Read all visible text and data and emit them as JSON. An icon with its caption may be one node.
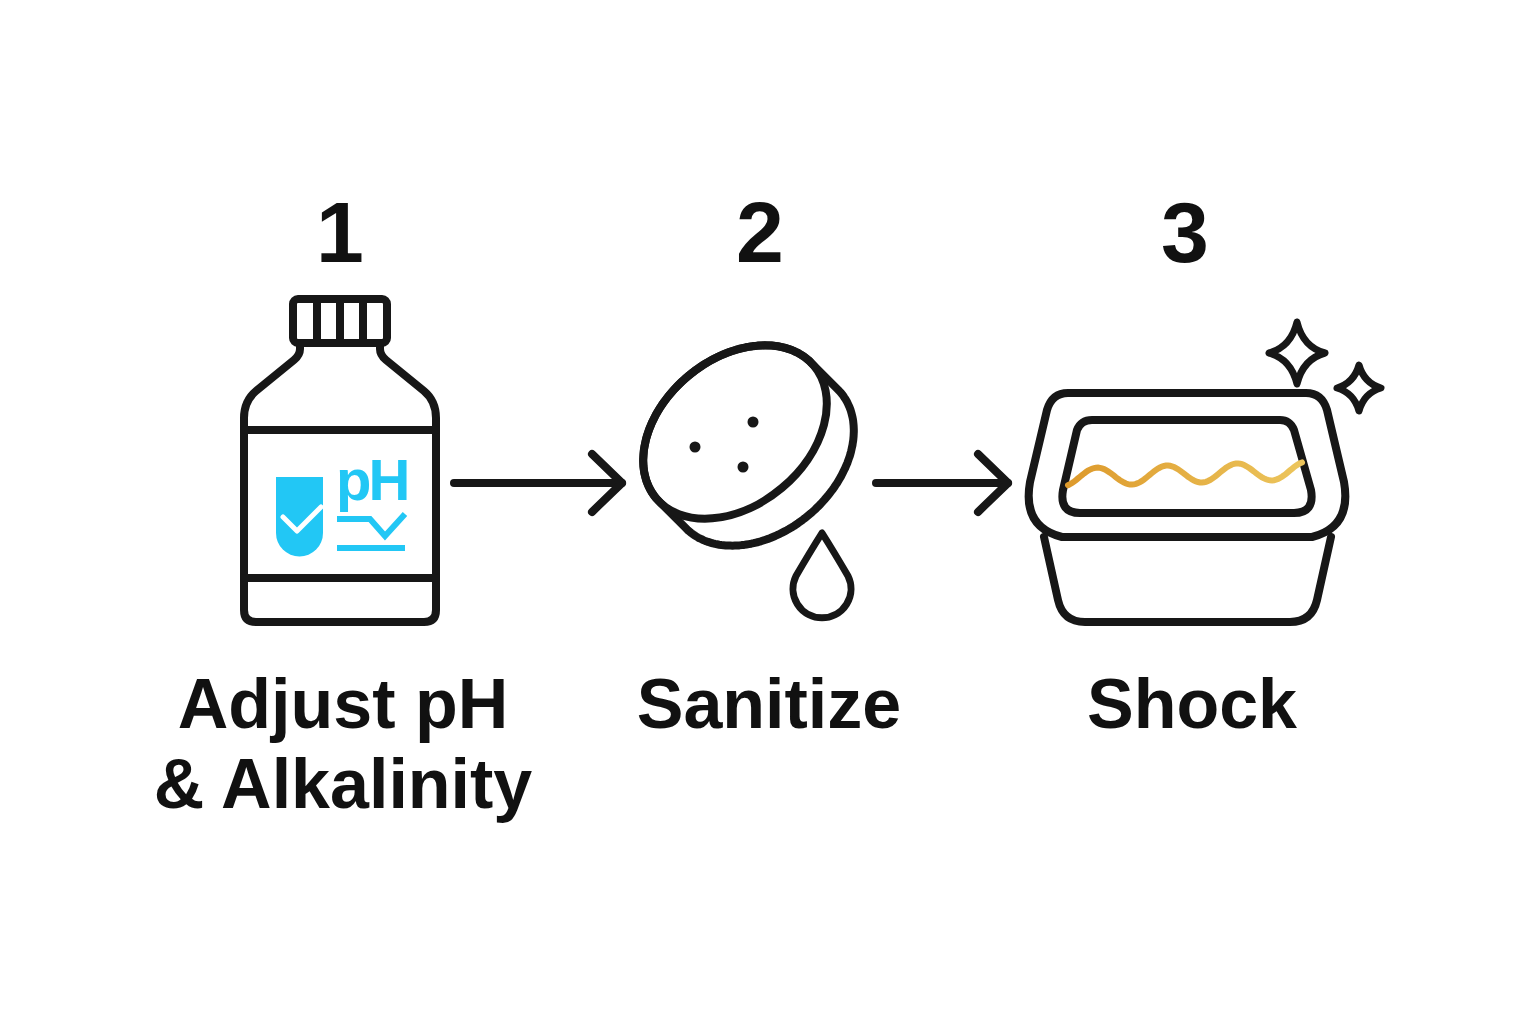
{
  "diagram": {
    "nodes": [
      {
        "text": [
          "pH"
        ],
        "beside": [
          "1",
          "Adjust pH & Alkalinity"
        ]
      },
      {
        "text": [],
        "shape": "picture",
        "beside": [
          "2",
          "Sanitize"
        ]
      },
      {
        "text": [],
        "shape": "picture",
        "beside": [
          "3",
          "Shock"
        ]
      }
    ],
    "edges": [
      {
        "from": 0,
        "to": 1,
        "arrow": "to"
      },
      {
        "from": 1,
        "to": 2,
        "arrow": "to"
      }
    ]
  }
}
